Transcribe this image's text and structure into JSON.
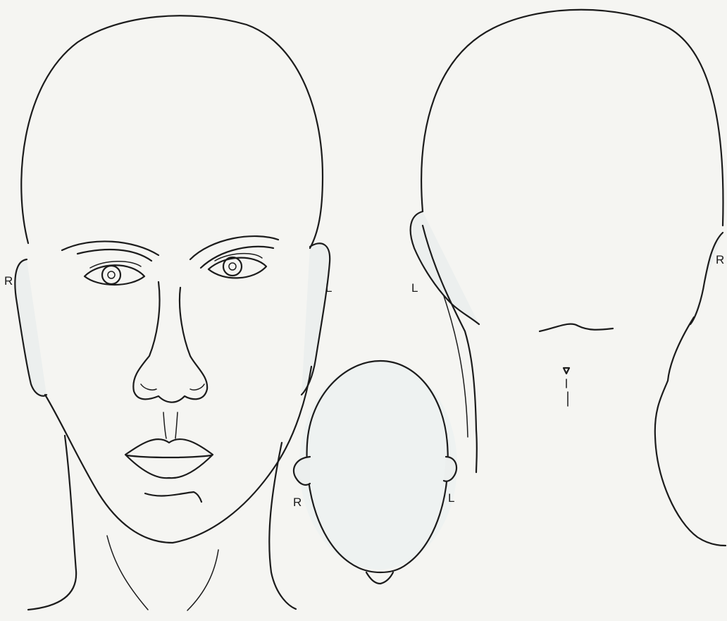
{
  "labels": {
    "front_right": "R",
    "front_left": "L",
    "top_right": "R",
    "top_left": "L",
    "back_left": "L",
    "back_right": "R"
  },
  "views": [
    "front-view",
    "top-view",
    "back-view"
  ]
}
